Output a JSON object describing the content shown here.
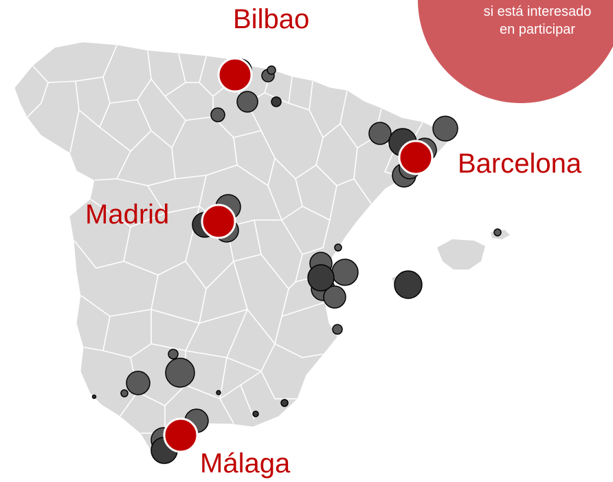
{
  "colors": {
    "land": "#d9d9d9",
    "border": "#ffffff",
    "city_red": "#c00000",
    "badge_red": "#cf5a5e",
    "bubble_dark": "#3a3a3a",
    "bubble_mid": "#5a5a5a",
    "bubble_stroke": "#000000",
    "label_red": "#c00000"
  },
  "badge": {
    "line1": "si está interesado",
    "line2": "en participar"
  },
  "cities": [
    {
      "id": "bilbao",
      "label": "Bilbao"
    },
    {
      "id": "barcelona",
      "label": "Barcelona"
    },
    {
      "id": "madrid",
      "label": "Madrid"
    },
    {
      "id": "malaga",
      "label": "Málaga"
    }
  ]
}
